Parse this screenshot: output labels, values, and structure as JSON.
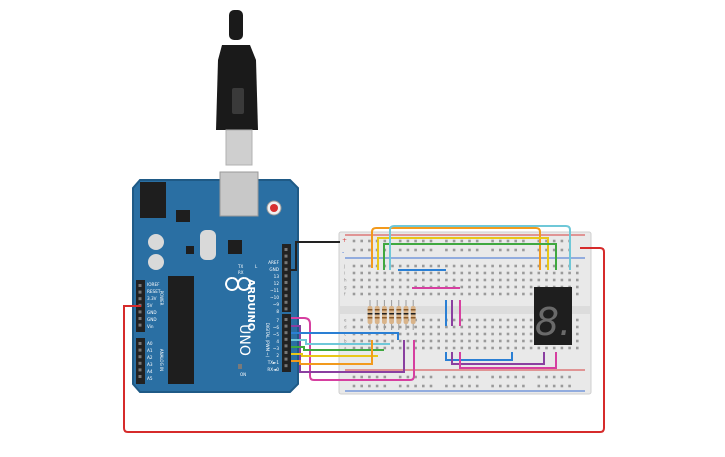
{
  "colors": {
    "canvas": "#ffffff",
    "board": "#2a6fa3",
    "board_dark": "#1f5a86",
    "header": "#222222",
    "usb_cable": "#1a1a1a",
    "breadboard": "#e9e9e9",
    "rail_red": "#d64040",
    "rail_blue": "#3b6fd4",
    "segment_body": "#1e1e1e",
    "segment_on": "#6a6a6a",
    "wire_red": "#d62b2b",
    "wire_black": "#222222",
    "wire_orange": "#f29a1d",
    "wire_yellow": "#e8c718",
    "wire_green": "#3fa83f",
    "wire_blue": "#2a7fd4",
    "wire_purple": "#8a3fa0",
    "wire_pink": "#d63fa0",
    "wire_cyan": "#6fc8d8",
    "resistor": "#d9b48a"
  },
  "arduino": {
    "logo": "ARDUINO",
    "model": "UNO",
    "tx_label": "TX",
    "rx_label": "RX",
    "l_label": "L",
    "on_label": "ON",
    "power_title": "POWER",
    "analog_title": "ANALOG IN",
    "digital_title": "DIGITAL (PWM ~)",
    "top_pins": [
      "AREF",
      "GND",
      "13",
      "12",
      "~11",
      "~10",
      "~9",
      "8"
    ],
    "mid_pins": [
      "7",
      "~6",
      "~5",
      "4",
      "~3",
      "2",
      "TX►1",
      "RX◄0"
    ],
    "power_pins": [
      "IOREF",
      "RESET",
      "3.3V",
      "5V",
      "GND",
      "GND",
      "Vin"
    ],
    "analog_pins": [
      "A0",
      "A1",
      "A2",
      "A3",
      "A4",
      "A5"
    ]
  },
  "breadboard": {
    "rail_plus": "+",
    "rail_minus": "-",
    "row_letters_top": [
      "j",
      "i",
      "h",
      "g",
      "f"
    ],
    "row_letters_bottom": [
      "e",
      "d",
      "c",
      "b",
      "a"
    ]
  },
  "display": {
    "digit": "8."
  }
}
